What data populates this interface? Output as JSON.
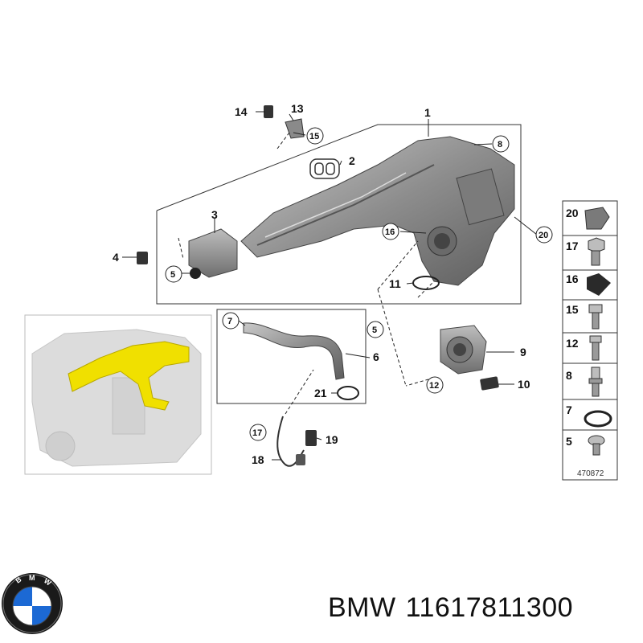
{
  "diagram": {
    "callouts": {
      "c1": "1",
      "c2": "2",
      "c3": "3",
      "c4": "4",
      "c5": "5",
      "c6": "6",
      "c8": "8",
      "c9": "9",
      "c10": "10",
      "c11": "11",
      "c12": "12",
      "c13": "13",
      "c14": "14",
      "c15": "15",
      "c16": "16",
      "c17": "17",
      "c18": "18",
      "c19": "19",
      "c20": "20",
      "c21": "21",
      "c7": "7"
    },
    "legend": [
      {
        "label": "20",
        "icon": "clip-icon"
      },
      {
        "label": "17",
        "icon": "bolt-icon"
      },
      {
        "label": "16",
        "icon": "grommet-icon"
      },
      {
        "label": "15",
        "icon": "bolt-icon"
      },
      {
        "label": "12",
        "icon": "long-bolt-icon"
      },
      {
        "label": "8",
        "icon": "stud-bolt-icon"
      },
      {
        "label": "7",
        "icon": "o-ring-icon"
      },
      {
        "label": "5",
        "icon": "screw-icon"
      }
    ],
    "reference_number": "470872"
  },
  "logo": {
    "text": "BMW",
    "colors": {
      "blue": "#1c69d4",
      "ring": "#1a1a1a"
    }
  },
  "caption": {
    "brand": "BMW",
    "part_number": "11617811300"
  },
  "colors": {
    "highlight": "#f0e000",
    "part_gray": "#8c8c8c",
    "engine_gray": "#d8d8d8"
  }
}
